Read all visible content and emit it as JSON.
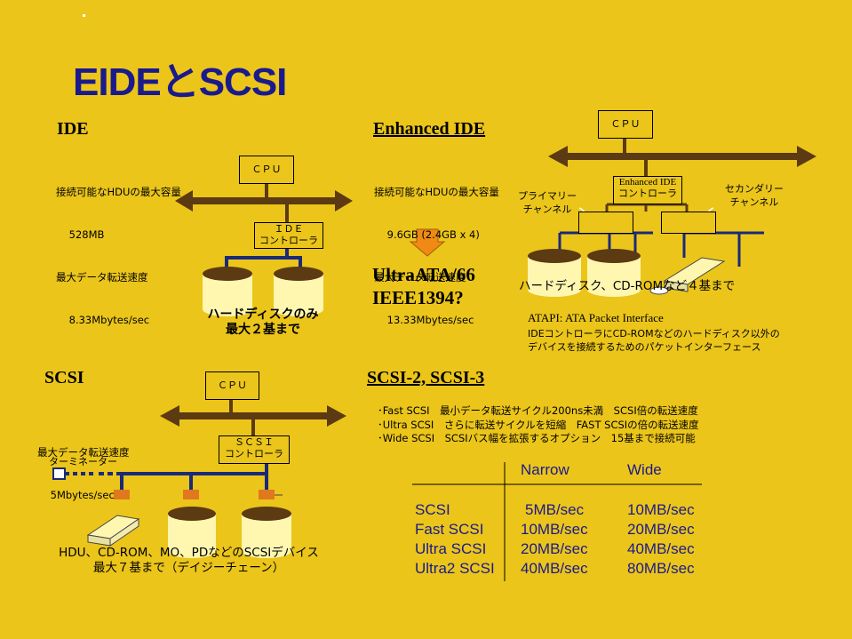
{
  "title": "EIDEとSCSI",
  "ide": {
    "heading": "IDE",
    "spec_lines": [
      "接続可能なHDUの最大容量",
      "    528MB",
      "最大データ転送速度",
      "    8.33Mbytes/sec"
    ],
    "cpu_label": "ＣＰＵ",
    "controller_label": "ＩＤＥ\nコントローラ",
    "caption_lines": [
      "ハードディスクのみ",
      "最大２基まで"
    ]
  },
  "eide": {
    "heading": "Enhanced IDE",
    "spec_lines": [
      "接続可能なHDUの最大容量",
      "    9.6GB (2.4GB x 4)",
      "最大データ転送速度",
      "    13.33Mbytes/sec"
    ],
    "next_lines": [
      "UltraATA/66",
      "IEEE1394?"
    ],
    "cpu_label": "ＣＰＵ",
    "controller_label": "Enhanced IDE\nコントローラ",
    "primary_label": "プライマリー\nチャンネル",
    "secondary_label": "セカンダリー\nチャンネル",
    "caption": "ハードディスク、CD-ROMなど４基まで",
    "atapi_title": "ATAPI: ATA Packet Interface",
    "atapi_lines": [
      "IDEコントローラにCD-ROMなどのハードディスク以外の",
      "デバイスを接続するためのパケットインターフェース"
    ]
  },
  "scsi": {
    "heading": "SCSI",
    "spec_lines": [
      "最大データ転送速度",
      "    5Mbytes/sec"
    ],
    "cpu_label": "ＣＰＵ",
    "controller_label": "ＳＣＳＩ\nコントローラ",
    "terminator_label": "ターミネーター",
    "caption_lines": [
      "HDU、CD-ROM、MO、PDなどのSCSIデバイス",
      "最大７基まで（デイジーチェーン）"
    ]
  },
  "scsi23": {
    "heading": "SCSI-2, SCSI-3",
    "bullets": [
      "･Fast SCSI　最小データ転送サイクル200ns未満　SCSI倍の転送速度",
      "･Ultra SCSI　さらに転送サイクルを短縮　FAST SCSIの倍の転送速度",
      "･Wide SCSI　SCSIバス幅を拡張するオプション　15基まで接続可能"
    ],
    "table": {
      "headers": [
        "Narrow",
        "Wide"
      ],
      "rows": [
        {
          "name": "SCSI",
          "narrow": "5MB/sec",
          "wide": "10MB/sec"
        },
        {
          "name": "Fast SCSI",
          "narrow": "10MB/sec",
          "wide": "20MB/sec"
        },
        {
          "name": "Ultra SCSI",
          "narrow": "20MB/sec",
          "wide": "40MB/sec"
        },
        {
          "name": "Ultra2 SCSI",
          "narrow": "40MB/sec",
          "wide": "80MB/sec"
        }
      ]
    }
  },
  "colors": {
    "background": "#ebc51a",
    "title": "#1a1a8c",
    "bus": "#5c3a12",
    "cable": "#1a2a78",
    "disk": "#fff7b0",
    "arrow": "#f08a14",
    "connector": "#e07820"
  }
}
